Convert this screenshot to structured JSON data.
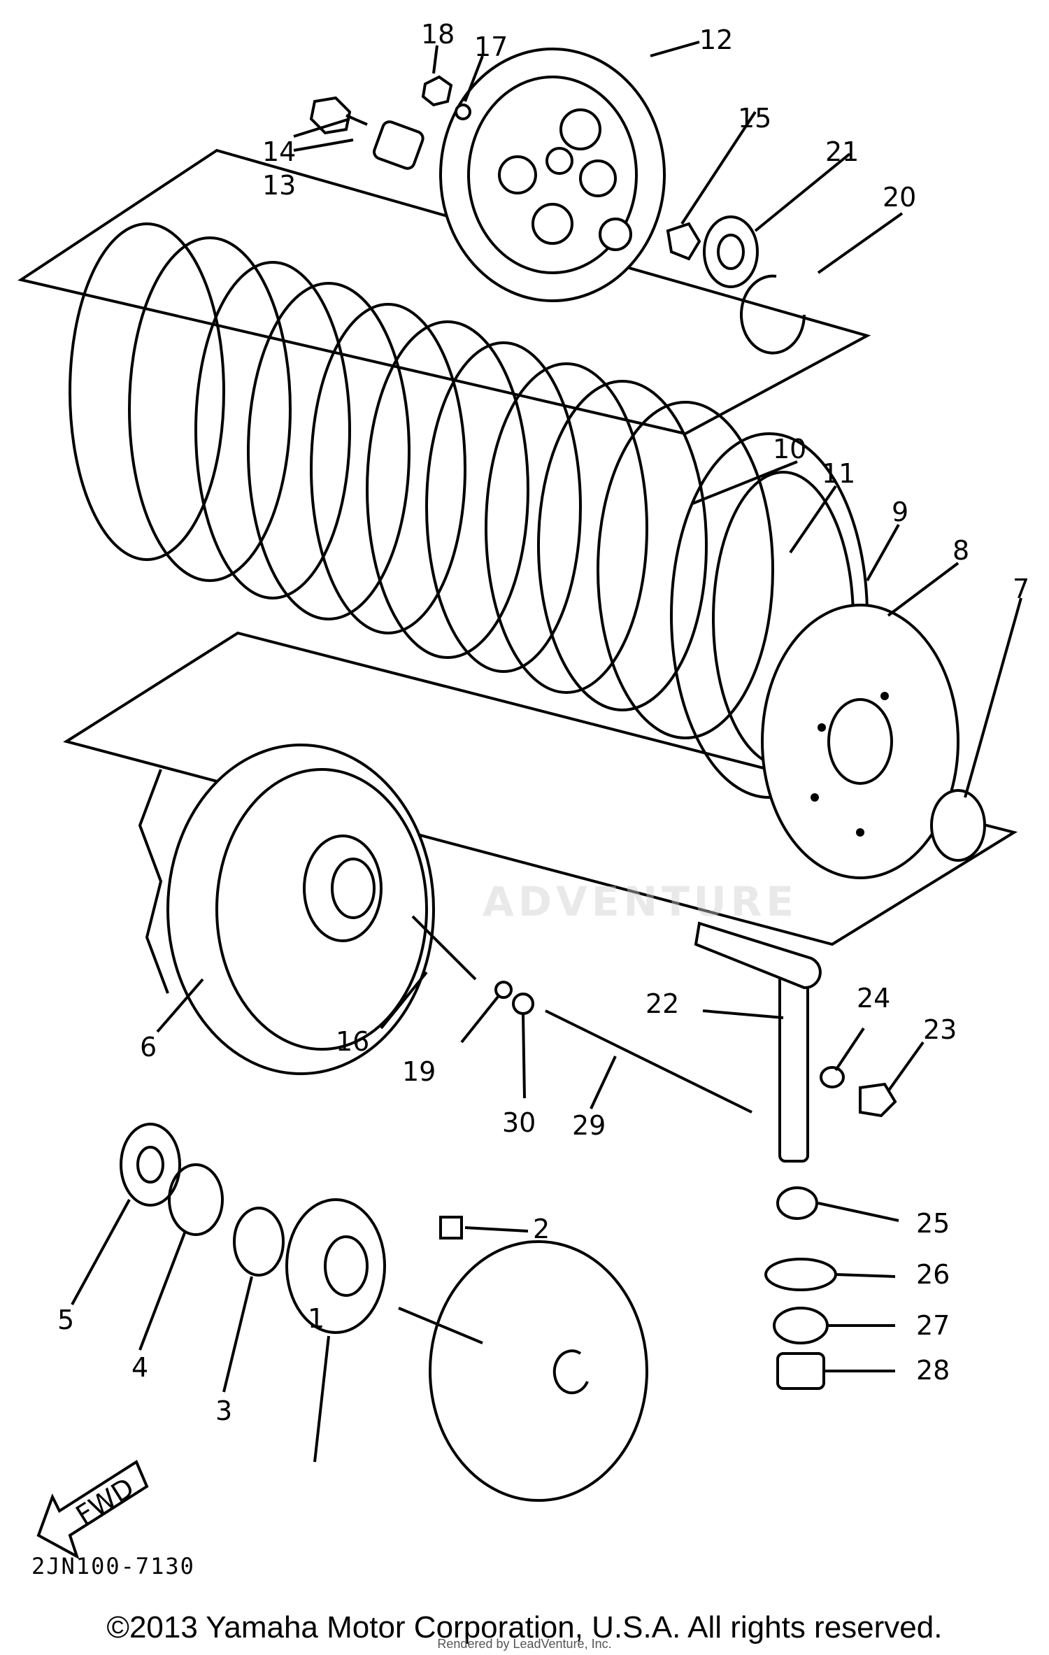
{
  "diagram": {
    "part_labels": [
      "1",
      "2",
      "3",
      "4",
      "5",
      "6",
      "7",
      "8",
      "9",
      "10",
      "11",
      "12",
      "13",
      "14",
      "15",
      "16",
      "17",
      "18",
      "19",
      "20",
      "21",
      "22",
      "23",
      "24",
      "25",
      "26",
      "27",
      "28",
      "29",
      "30"
    ],
    "direction_label": "FWD",
    "diagram_code": "2JN100-7130"
  },
  "watermark": "ADVENTURE",
  "footer": {
    "copyright": "©2013 Yamaha Motor Corporation, U.S.A. All rights reserved.",
    "rendered_by": "Rendered by LeadVenture, Inc."
  }
}
